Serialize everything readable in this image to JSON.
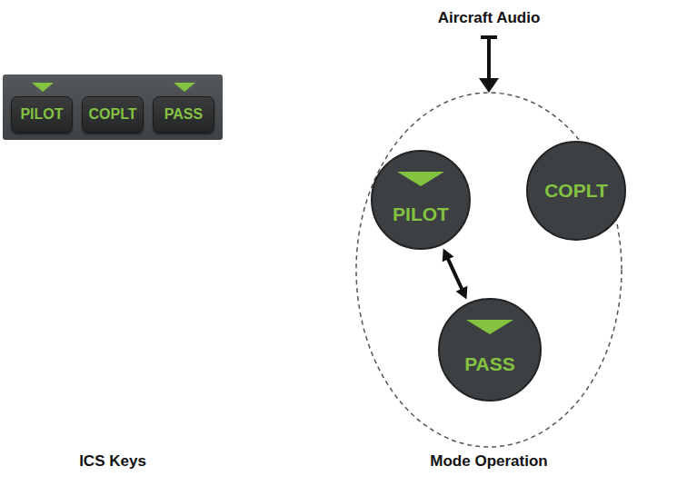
{
  "diagram": {
    "nodes": [
      {
        "text": [
          "ICS Keys"
        ]
      },
      {
        "text": [
          "PILOT"
        ],
        "in": 0
      },
      {
        "text": [
          "COPLT"
        ],
        "in": 0
      },
      {
        "text": [
          "PASS"
        ],
        "in": 0
      },
      {
        "text": [
          "Mode Operation"
        ]
      },
      {
        "text": [
          "PILOT"
        ],
        "in": 4
      },
      {
        "text": [
          "COPLT"
        ],
        "in": 4
      },
      {
        "text": [
          "PASS"
        ],
        "in": 4
      }
    ],
    "edges": [
      {
        "from": 5,
        "to": 7,
        "arrow": "both"
      }
    ],
    "labels": [
      "Aircraft Audio"
    ]
  }
}
